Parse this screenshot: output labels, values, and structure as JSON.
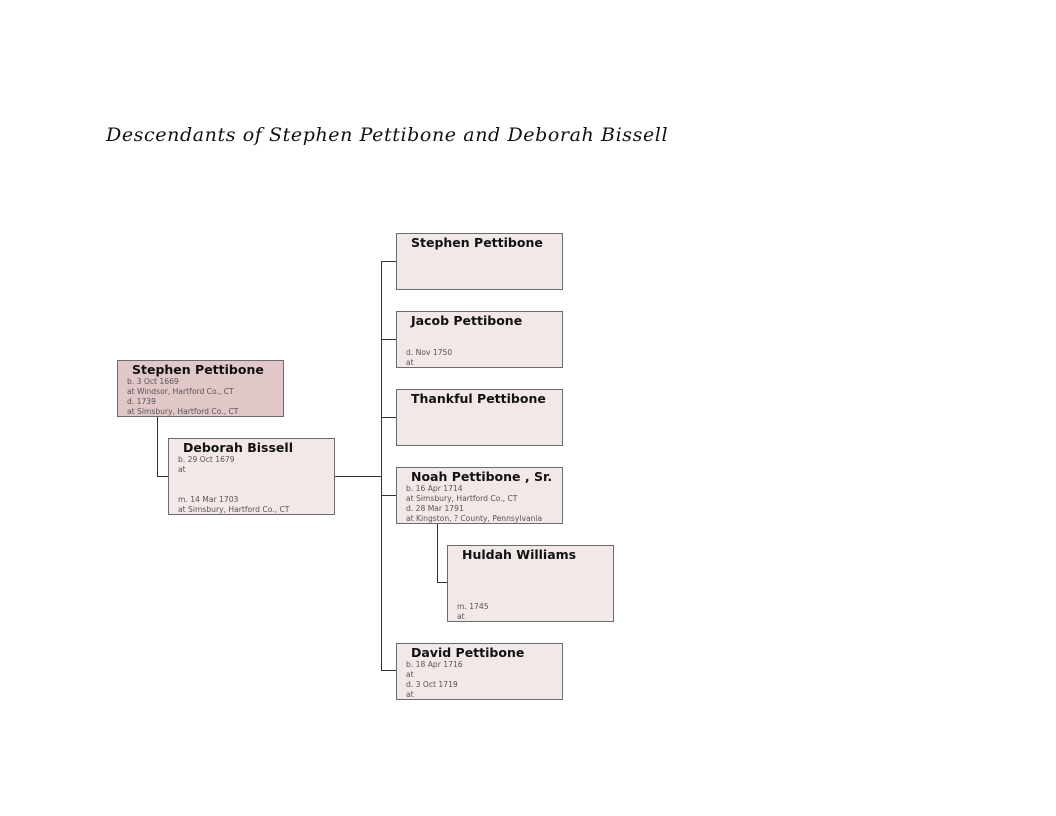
{
  "title": "Descendants of Stephen Pettibone and Deborah Bissell",
  "people": {
    "stephen_sr": {
      "name": "Stephen Pettibone",
      "born": "b. 3 Oct 1669",
      "born_at": "at Windsor, Hartford Co., CT",
      "died": "d. 1739",
      "died_at": "at Simsbury, Hartford Co., CT"
    },
    "deborah": {
      "name": "Deborah Bissell",
      "born": "b. 29 Oct 1679",
      "born_at": "at",
      "married": "m. 14 Mar 1703",
      "married_at": "at Simsbury, Hartford Co., CT"
    },
    "stephen_jr": {
      "name": "Stephen Pettibone"
    },
    "jacob": {
      "name": "Jacob Pettibone",
      "died": "d. Nov 1750",
      "died_at": "at"
    },
    "thankful": {
      "name": "Thankful Pettibone"
    },
    "noah": {
      "name": "Noah Pettibone , Sr.",
      "born": "b. 16 Apr 1714",
      "born_at": "at Simsbury, Hartford Co., CT",
      "died": "d. 28 Mar 1791",
      "died_at": "at Kingston, ? County, Pennsylvania"
    },
    "huldah": {
      "name": "Huldah Williams",
      "married": "m. 1745",
      "married_at": "at"
    },
    "david": {
      "name": "David Pettibone",
      "born": "b. 18 Apr 1716",
      "born_at": "at",
      "died": "d. 3 Oct 1719",
      "died_at": "at"
    }
  }
}
